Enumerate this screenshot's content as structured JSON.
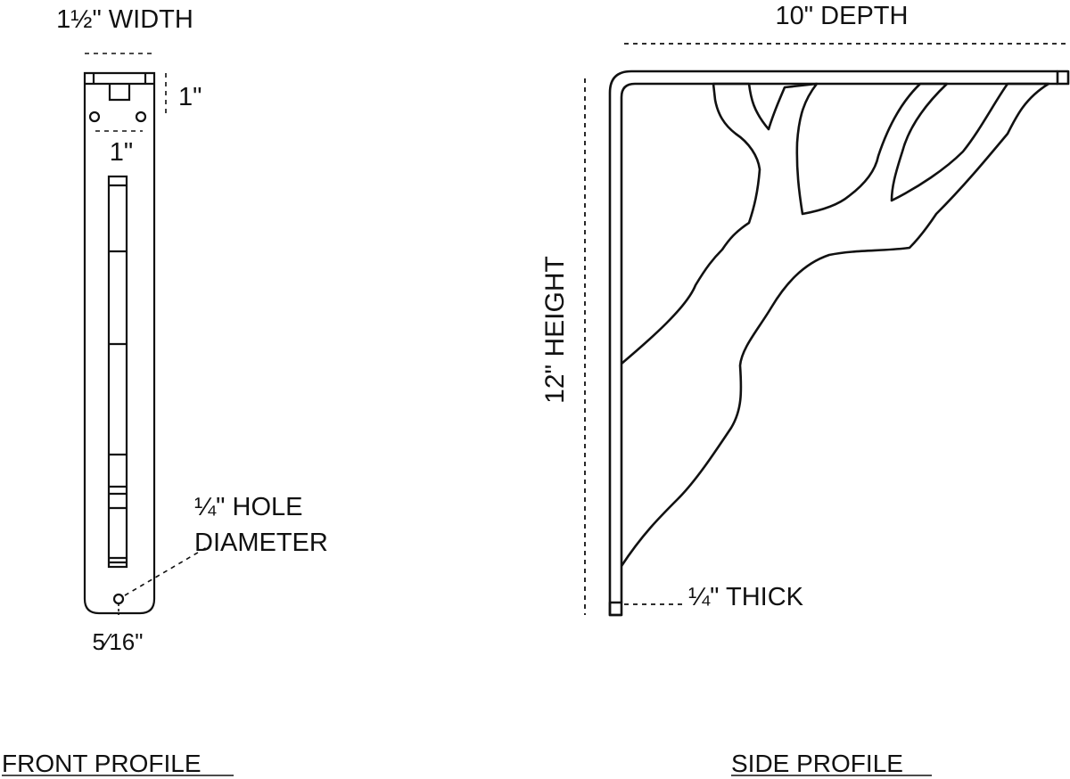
{
  "front_profile": {
    "caption": "FRONT PROFILE",
    "width_label": "1½\" WIDTH",
    "top_height_label": "1\"",
    "hole_spacing_label": "1\"",
    "hole_label_line1": "¼\" HOLE",
    "hole_label_line2": "DIAMETER",
    "bottom_offset_label": "5⁄16\""
  },
  "side_profile": {
    "caption": "SIDE PROFILE",
    "depth_label": "10\" DEPTH",
    "height_label": "12\" HEIGHT",
    "thickness_label": "¼\" THICK"
  },
  "colors": {
    "line": "#111111",
    "background": "#ffffff"
  }
}
